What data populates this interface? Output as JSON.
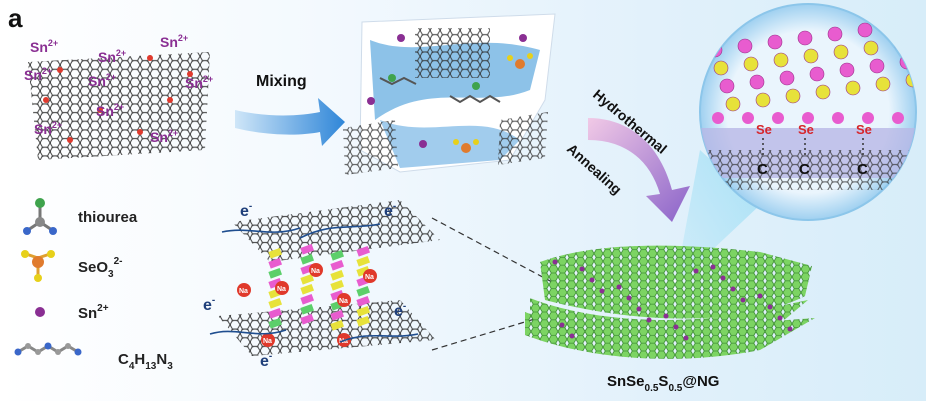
{
  "panel_label": "a",
  "ions": {
    "text": "Sn",
    "charge": "2+"
  },
  "arrows": {
    "mixing": "Mixing",
    "hydrothermal": "Hydrothermal",
    "annealing": "Annealing"
  },
  "bond_labels": [
    {
      "top": "Se",
      "bottom": "C"
    },
    {
      "top": "Se",
      "bottom": "C"
    },
    {
      "top": "Se",
      "bottom": "C"
    }
  ],
  "legend": [
    {
      "icon": "thiourea-molecule-icon",
      "text": "thiourea"
    },
    {
      "icon": "selenite-molecule-icon",
      "base": "SeO",
      "sub": "3",
      "sup": "2-"
    },
    {
      "icon": "tin-ion-dot-icon",
      "base": "Sn",
      "sup": "2+"
    },
    {
      "icon": "amine-chain-icon",
      "parts": [
        "C",
        "4",
        "H",
        "13",
        "N",
        "3"
      ]
    }
  ],
  "electron": {
    "text": "e",
    "sup": "-"
  },
  "sodium": "Na",
  "product": {
    "parts": [
      "SnSe",
      "0.5",
      "S",
      "0.5",
      "@NG"
    ]
  },
  "colors": {
    "tin": "#8a2f93",
    "selenium_label": "#d6262b",
    "arrow_blue": "#2f86d8",
    "arrow_purple": "#8a63c9",
    "graphene_green": "#6fcf5a"
  }
}
